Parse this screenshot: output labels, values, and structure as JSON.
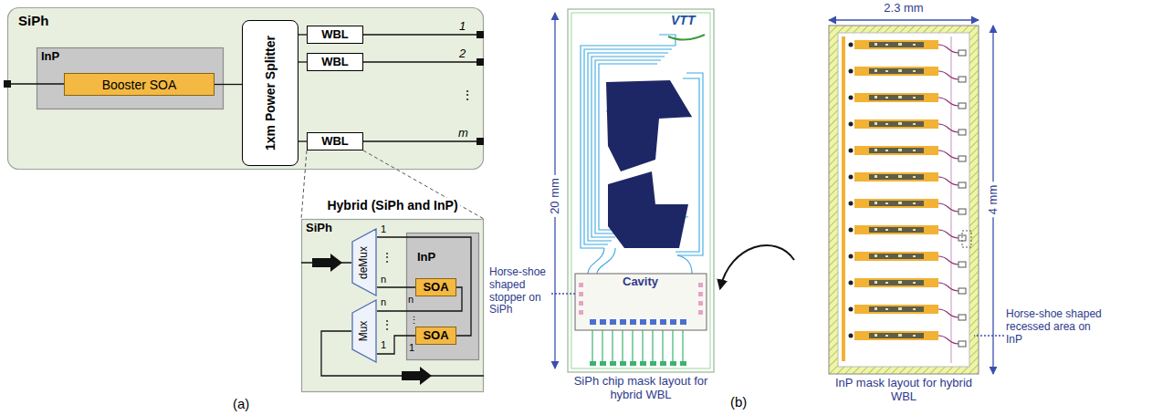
{
  "diagram": {
    "nodes": [
      {
        "text": [
          "SiPh"
        ]
      },
      {
        "text": [
          "InP"
        ],
        "in": 0
      },
      {
        "text": [
          "Booster SOA"
        ],
        "in": 1
      },
      {
        "text": [
          "1xm Power Splitter"
        ],
        "in": 0
      },
      {
        "text": [
          "WBL"
        ],
        "in": 0
      },
      {
        "text": [
          "WBL"
        ],
        "in": 0
      },
      {
        "text": [
          "WBL"
        ],
        "in": 0
      },
      {
        "text": [
          "Hybrid (SiPh and InP)",
          "SiPh"
        ]
      },
      {
        "text": [
          "deMux"
        ],
        "in": 7
      },
      {
        "text": [
          "Mux"
        ],
        "in": 7
      },
      {
        "text": [
          "InP"
        ],
        "in": 7
      },
      {
        "text": [
          "SOA"
        ],
        "in": 10
      },
      {
        "text": [
          "SOA"
        ],
        "in": 10
      }
    ],
    "edges": [
      {
        "from": 2,
        "to": 3,
        "arrow": "none"
      },
      {
        "from": 3,
        "to": 4,
        "arrow": "none"
      },
      {
        "from": 3,
        "to": 5,
        "arrow": "none"
      },
      {
        "from": 3,
        "to": 6,
        "arrow": "none"
      },
      {
        "from": 8,
        "to": 11,
        "arrow": "none"
      },
      {
        "from": 8,
        "to": 12,
        "arrow": "none"
      },
      {
        "from": 11,
        "to": 9,
        "arrow": "none"
      },
      {
        "from": 12,
        "to": 9,
        "arrow": "none"
      }
    ],
    "labels": [
      "1",
      "2",
      "⋮",
      "m",
      "1",
      "⋮",
      "n",
      "n",
      "⋮",
      "1",
      "n",
      "⋮",
      "1",
      "(a)",
      "20 mm",
      "VTT",
      "Horse-shoe shaped stopper on SiPh",
      "Cavity",
      "SiPh chip mask layout for hybrid WBL",
      "2.3 mm",
      "4 mm",
      "Horse-shoe shaped recessed area on InP",
      "InP mask layout for hybrid WBL",
      "(b)"
    ]
  }
}
